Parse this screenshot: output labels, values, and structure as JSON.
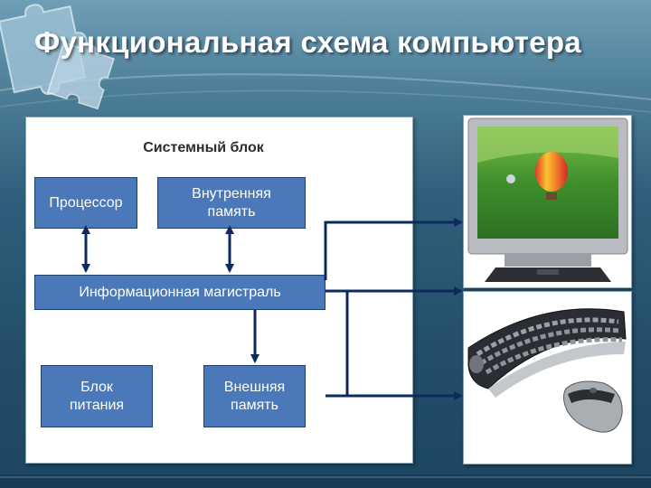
{
  "slide": {
    "title": "Функциональная схема компьютера"
  },
  "diagram": {
    "group_label": "Системный блок",
    "blocks": {
      "processor": "Процессор",
      "internal_memory": "Внутренняя\nпамять",
      "bus": "Информационная магистраль",
      "power_supply": "Блок\nпитания",
      "external_memory": "Внешняя\nпамять"
    }
  },
  "devices": {
    "monitor_icon": "monitor-icon",
    "keyboard_icon": "keyboard-icon",
    "mouse_icon": "mouse-icon"
  },
  "colors": {
    "block_fill": "#4a78b8",
    "arrow": "#0d2a5c",
    "background": "#2f5f7c"
  }
}
